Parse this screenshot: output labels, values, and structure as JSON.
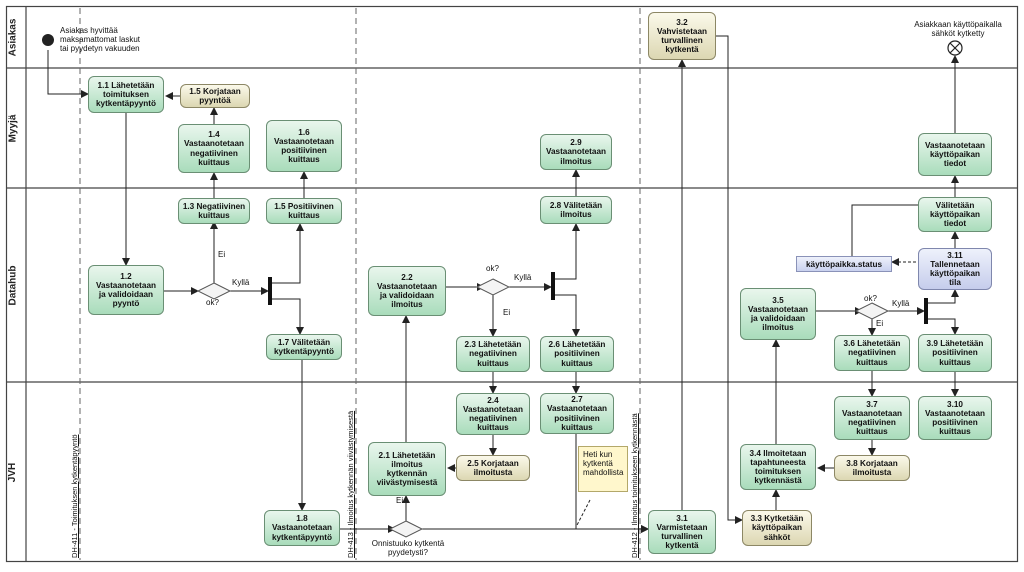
{
  "lanes": [
    "Asiakas",
    "Myyjä",
    "Datahub",
    "JVH"
  ],
  "phases": [
    "DH-411 - Toimituksen kytkentäpyyntö",
    "DH-413 - Ilmoitus kytkennän viivästymisestä",
    "DH-412 - Ilmoitus toimitukseen kytkennästä"
  ],
  "start_label": "Asiakas hyvittää\nmaksamattomat laskut\ntai pyydetyn vakuuden",
  "end_label": "Asiakkaan käyttöpaikalla\nsähköt kytketty",
  "boxes": {
    "b32": "3.2\nVahvistetaan\nturvallinen\nkytkentä",
    "b11": "1.1 Lähetetään\ntoimituksen\nkytkentäpyyntö",
    "b15k": "1.5 Korjataan\npyyntöä",
    "b14": "1.4\nVastaanotetaan\nnegatiivinen\nkuittaus",
    "b16": "1.6\nVastaanotetaan\npositiivinen\nkuittaus",
    "b29": "2.9\nVastaanotetaan\nilmoitus",
    "bvk": "Vastaanotetaan\nkäyttöpaikan\ntiedot",
    "b13": "1.3 Negatiivinen\nkuittaus",
    "b15p": "1.5 Positiivinen\nkuittaus",
    "b28": "2.8 Välitetään\nilmoitus",
    "bvv": "Välitetään\nkäyttöpaikan\ntiedot",
    "b12": "1.2\nVastaanotetaan\nja validoidaan\npyyntö",
    "b22": "2.2\nVastaanotetaan\nja validoidaan\nilmoitus",
    "b311": "3.11\nTallennetaan\nkäyttöpaikan\ntila",
    "b35": "3.5\nVastaanotetaan\nja validoidaan\nilmoitus",
    "b17": "1.7 Välitetään\nkytkentäpyyntö",
    "b23": "2.3 Lähetetään\nnegatiivinen\nkuittaus",
    "b26": "2.6 Lähetetään\npositiivinen\nkuittaus",
    "b36": "3.6 Lähetetään\nnegatiivinen\nkuittaus",
    "b39": "3.9 Lähetetään\npositiivinen\nkuittaus",
    "b24": "2.4\nVastaanotetaan\nnegatiivinen\nkuittaus",
    "b27": "2.7\nVastaanotetaan\npositiivinen\nkuittaus",
    "b37": "3.7\nVastaanotetaan\nnegatiivinen\nkuittaus",
    "b310": "3.10\nVastaanotetaan\npositiivinen\nkuittaus",
    "b21": "2.1 Lähetetään\nilmoitus\nkytkennän\nviivästymisestä",
    "b25": "2.5 Korjataan\nilmoitusta",
    "b34": "3.4 Ilmoitetaan\ntapahtuneesta\ntoimituksen\nkytkennästä",
    "b38": "3.8 Korjataan\nilmoitusta",
    "b18": "1.8\nVastaanotetaan\nkytkentäpyyntö",
    "b31": "3.1\nVarmistetaan\nturvallinen\nkytkentä",
    "b33": "3.3 Kytketään\nkäyttöpaikan\nsähköt"
  },
  "data_object": "käyttöpaikka.status",
  "note": "Heti kun\nkytkentä\nmahdollista",
  "guards": {
    "ok1": "ok?",
    "ei1": "Ei",
    "kylla1": "Kyllä",
    "ok2": "ok?",
    "ei2": "Ei",
    "kylla2": "Kyllä",
    "ok3": "ok?",
    "ei3": "Ei",
    "kylla3": "Kyllä",
    "ei4": "Ei",
    "onnistuuko": "Onnistuuko kytkentä\npyydetysti?"
  }
}
